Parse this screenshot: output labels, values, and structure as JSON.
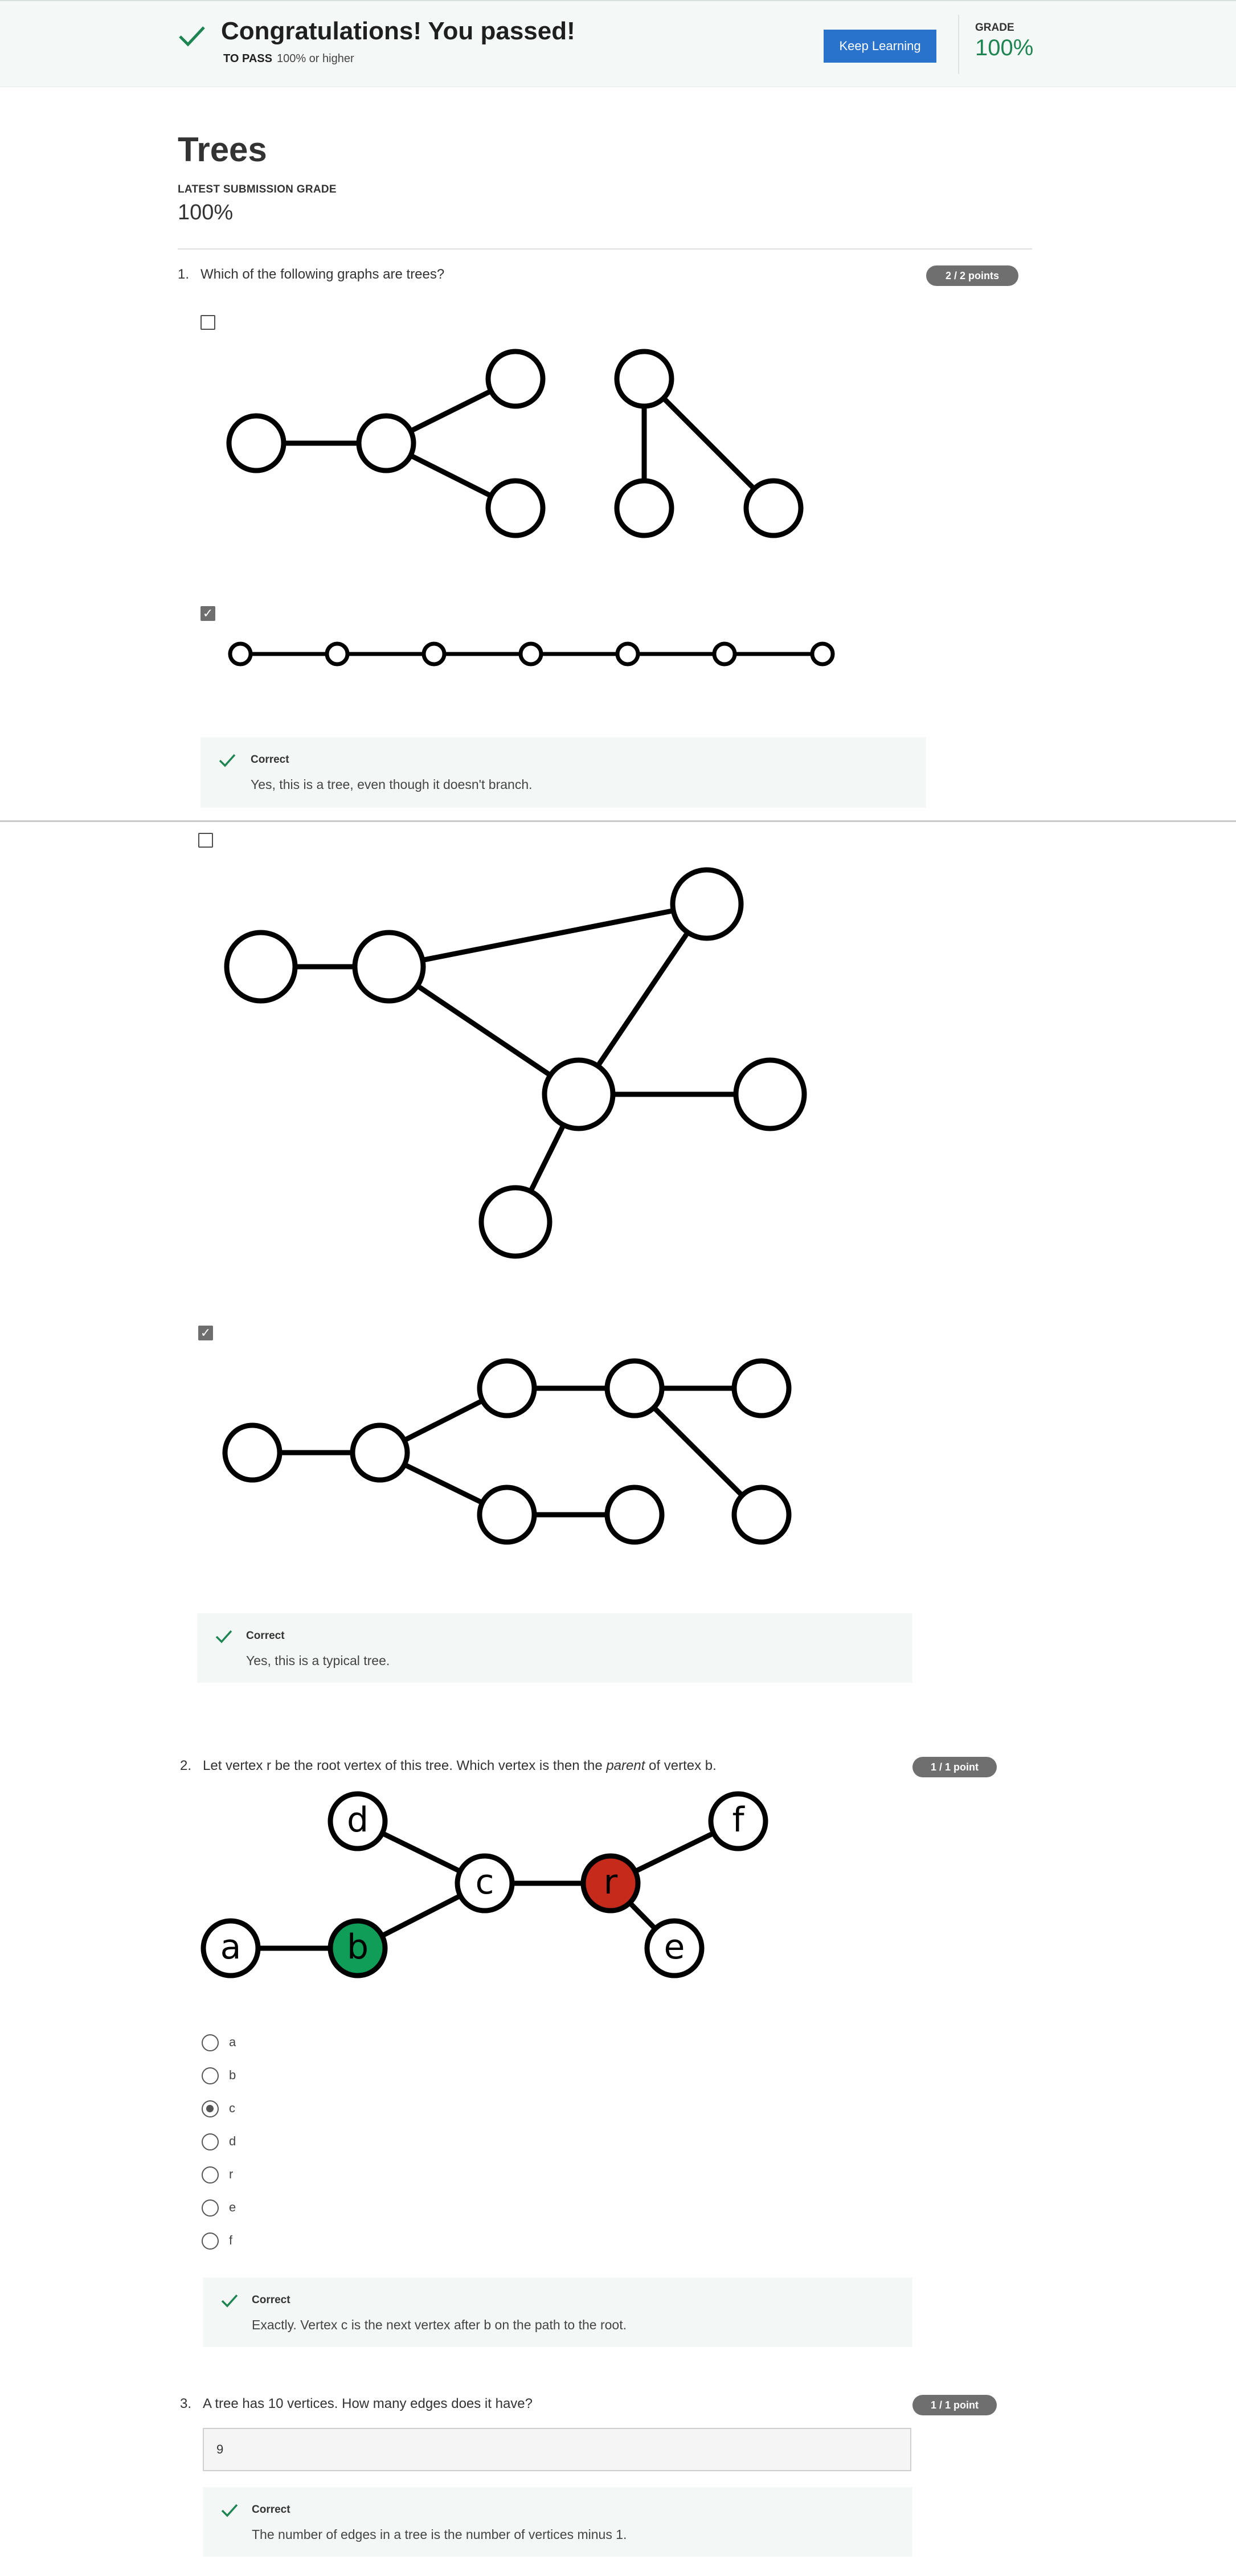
{
  "banner": {
    "title": "Congratulations! You passed!",
    "to_pass_label": "TO PASS",
    "to_pass_value": "100% or higher",
    "keep_learning": "Keep Learning",
    "grade_label": "GRADE",
    "grade_value": "100%"
  },
  "assignment": {
    "title": "Trees",
    "latest_label": "LATEST SUBMISSION GRADE",
    "latest_value": "100%"
  },
  "q1": {
    "number": "1.",
    "text": "Which of the following graphs are trees?",
    "points": "2 / 2 points",
    "options": [
      {
        "checked": false
      },
      {
        "checked": true,
        "feedback_title": "Correct",
        "feedback_text": "Yes, this is a tree, even though it doesn't branch."
      },
      {
        "checked": false
      },
      {
        "checked": true,
        "feedback_title": "Correct",
        "feedback_text": "Yes, this is a typical tree."
      }
    ]
  },
  "q2": {
    "number": "2.",
    "text_before": "Let vertex r be the root vertex of this tree. Which vertex is then the ",
    "text_em": "parent",
    "text_after": " of vertex b.",
    "points": "1 / 1 point",
    "graph_labels": [
      "a",
      "b",
      "c",
      "d",
      "r",
      "e",
      "f"
    ],
    "colors": {
      "b_vertex": "#0f9d58",
      "r_vertex": "#c62a1a"
    },
    "options": [
      "a",
      "b",
      "c",
      "d",
      "r",
      "e",
      "f"
    ],
    "selected": "c",
    "feedback_title": "Correct",
    "feedback_text": "Exactly. Vertex c is the next vertex after b on the path to the root."
  },
  "q3": {
    "number": "3.",
    "text": "A tree has 10 vertices. How many edges does it have?",
    "points": "1 / 1 point",
    "answer": "9",
    "feedback_title": "Correct",
    "feedback_text": "The number of edges in a tree is the number of vertices minus 1."
  },
  "icons": {
    "check": "check-icon",
    "checkbox": "checkbox-icon",
    "radio": "radio-icon"
  },
  "colors": {
    "accent": "#2a73cc",
    "success": "#1e8552",
    "banner_bg": "#f4f9f7",
    "badge": "#6f6f6f"
  }
}
